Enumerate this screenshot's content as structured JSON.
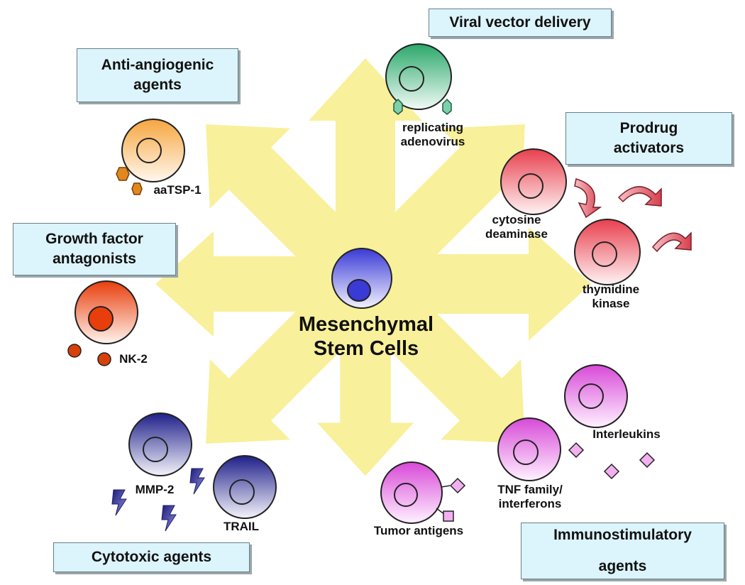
{
  "center": {
    "title": "Mesenchymal\nStem Cells"
  },
  "categories": {
    "viral": "Viral vector delivery",
    "antiangio": "Anti-angiogenic\nagents",
    "prodrug": "Prodrug\nactivators",
    "growth": "Growth factor\nantagonists",
    "cytotoxic": "Cytotoxic agents",
    "immuno": "Immunostimulatory\n\nagents"
  },
  "labels": {
    "adenovirus": "replicating\nadenovirus",
    "aatsp": "aaTSP-1",
    "cytosine": "cytosine\ndeaminase",
    "thymidine": "thymidine\nkinase",
    "nk2": "NK-2",
    "mmp2": "MMP-2",
    "trail": "TRAIL",
    "tumor": "Tumor antigens",
    "interleukins": "Interleukins",
    "tnf": "TNF family/\ninterferons"
  },
  "colors": {
    "arrows": "#fbf6b0",
    "box_fill": "#dcf4fb",
    "msc": "#3a3ad6",
    "viral": "#2aa86a",
    "antiangio": "#f6a640",
    "prodrug": "#e8404e",
    "growth": "#e83e0c",
    "cytotoxic": "#1f1f8a",
    "immuno": "#d84ad8"
  }
}
